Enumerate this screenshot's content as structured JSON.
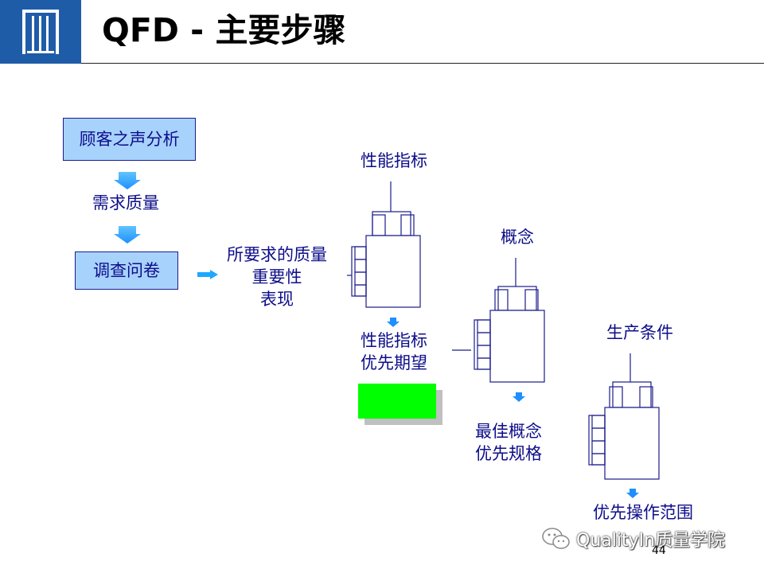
{
  "header": {
    "title": "QFD - 主要步骤"
  },
  "flow": {
    "voice_of_customer": "顾客之声分析",
    "demand_quality": "需求质量",
    "questionnaire": "调查问卷",
    "required_quality": [
      "所要求的质量",
      "重要性",
      "表现"
    ],
    "performance_indicators": "性能指标",
    "performance_expectation": [
      "性能指标",
      "优先期望"
    ],
    "concept": "概念",
    "best_concept": [
      "最佳概念",
      "优先规格"
    ],
    "production_conditions": "生产条件",
    "priority_operating_range": "优先操作范围"
  },
  "colors": {
    "header_blue": "#1f5ca8",
    "box_fill": "#a7d2fb",
    "text_navy": "#0d0d8a",
    "arrow_fill": "#1ea8ff",
    "highlight_green": "#00ff00"
  },
  "footer": {
    "watermark": "QualityIn质量学院",
    "page_number": "44"
  }
}
